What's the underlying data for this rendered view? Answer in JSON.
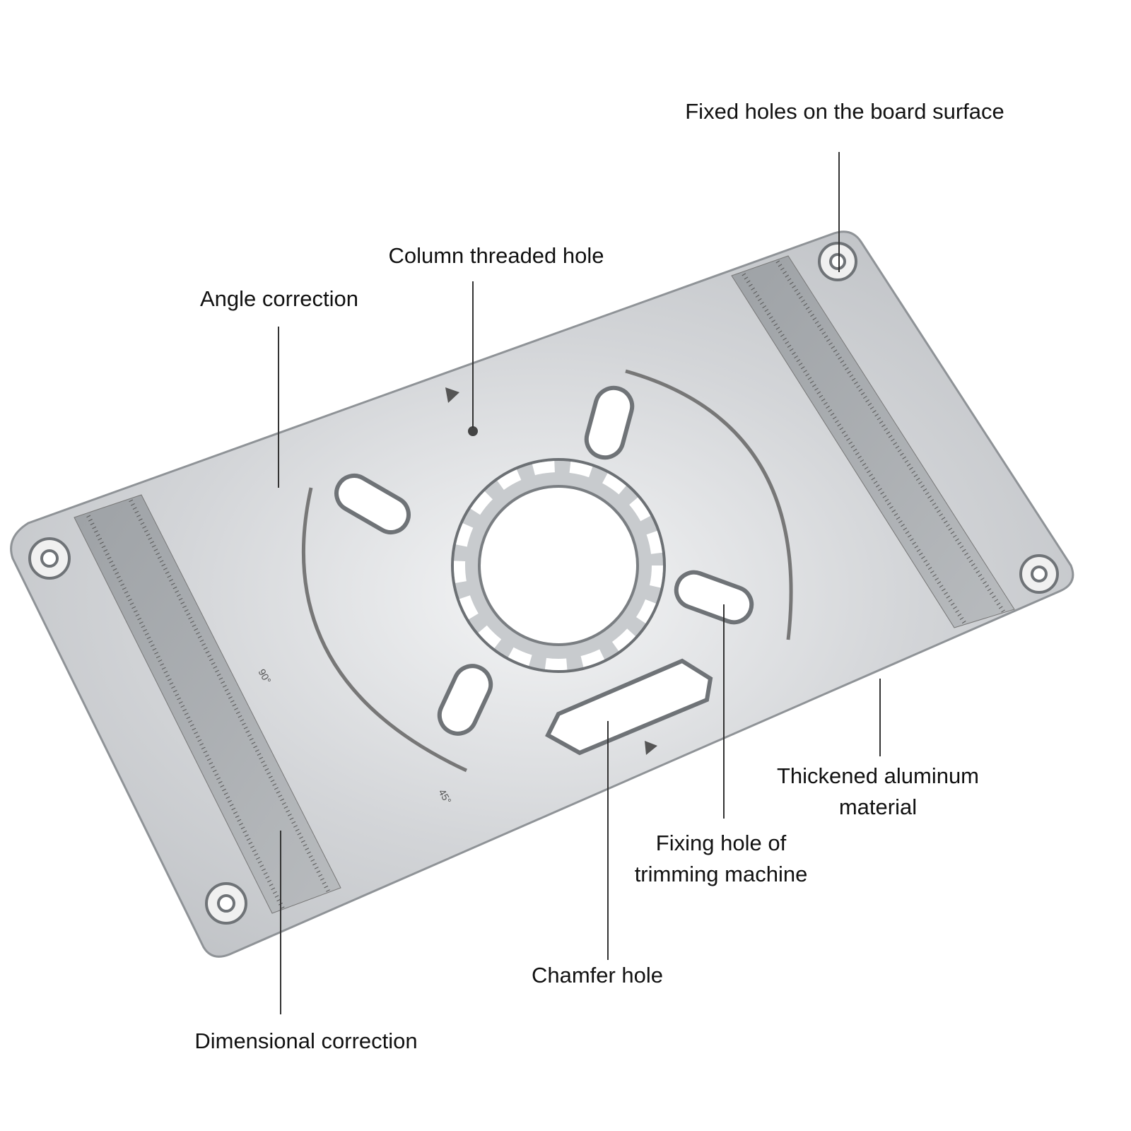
{
  "labels": {
    "fixed_holes": "Fixed holes on the board surface",
    "column_threaded_hole": "Column threaded hole",
    "angle_correction": "Angle correction",
    "dimensional_correction": "Dimensional correction",
    "chamfer_hole": "Chamfer hole",
    "fixing_hole_line1": "Fixing hole of",
    "fixing_hole_line2": "trimming machine",
    "thickened_line1": "Thickened aluminum",
    "thickened_line2": "material"
  },
  "plate_markings": {
    "angle_45": "45°",
    "angle_90": "90°"
  },
  "colors": {
    "plate": "#d4d6d9",
    "ruler": "#a9acaf",
    "line": "#333333"
  }
}
